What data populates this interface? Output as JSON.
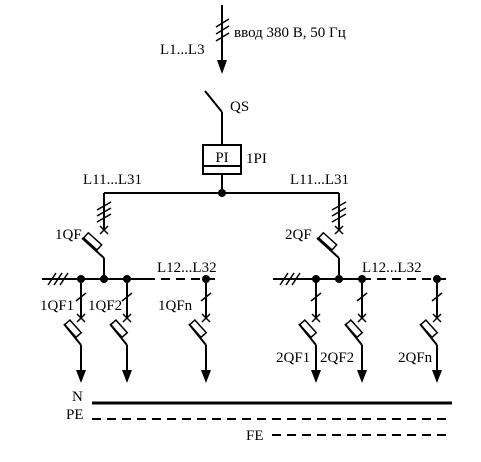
{
  "labels": {
    "input": "ввод 380 В, 50 Гц",
    "input_phases": "L1...L3",
    "main_switch": "QS",
    "meter_box": "PI",
    "meter_label": "1PI",
    "left_branch_phases": "L11...L31",
    "right_branch_phases": "L11...L31",
    "breaker_1": "1QF",
    "breaker_2": "2QF",
    "left_group_phases": "L12...L32",
    "right_group_phases": "L12...L32",
    "left_breakers": [
      "1QF1",
      "1QF2",
      "1QFn"
    ],
    "right_breakers": [
      "2QF1",
      "2QF2",
      "2QFn"
    ],
    "bus_n": "N",
    "bus_pe": "PE",
    "bus_fe": "FE"
  }
}
